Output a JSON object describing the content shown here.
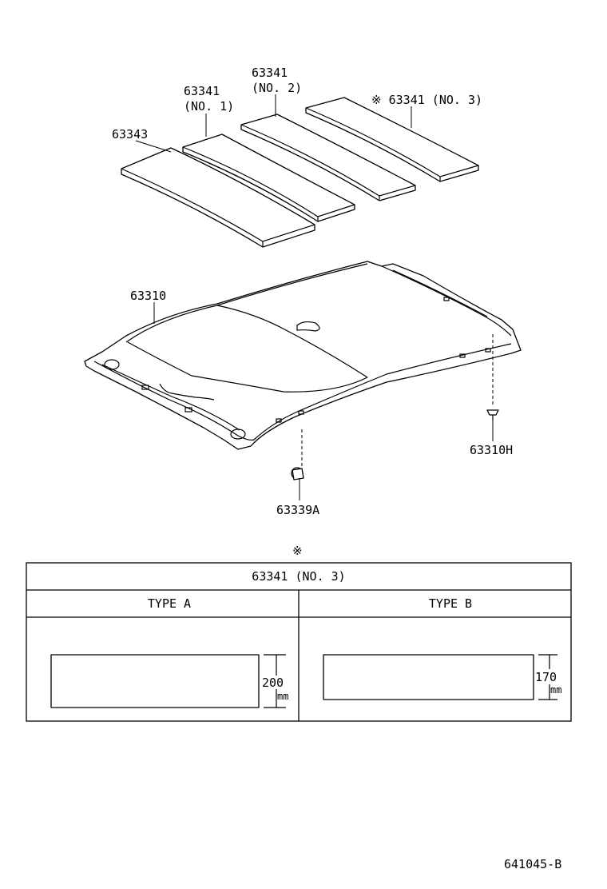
{
  "callouts": {
    "part_63343": "63343",
    "part_63341_no1_num": "63341",
    "part_63341_no1_sub": "(NO. 1)",
    "part_63341_no2_num": "63341",
    "part_63341_no2_sub": "(NO. 2)",
    "part_63341_no3": "※ 63341 (NO. 3)",
    "part_63310": "63310",
    "part_63310H": "63310H",
    "part_63339A": "63339A"
  },
  "table": {
    "mark": "※",
    "title": "63341  (NO. 3)",
    "columns": [
      {
        "header": "TYPE  A",
        "dimension": "200",
        "unit": "mm"
      },
      {
        "header": "TYPE  B",
        "dimension": "170",
        "unit": "mm"
      }
    ]
  },
  "figure_id": "641045-B"
}
